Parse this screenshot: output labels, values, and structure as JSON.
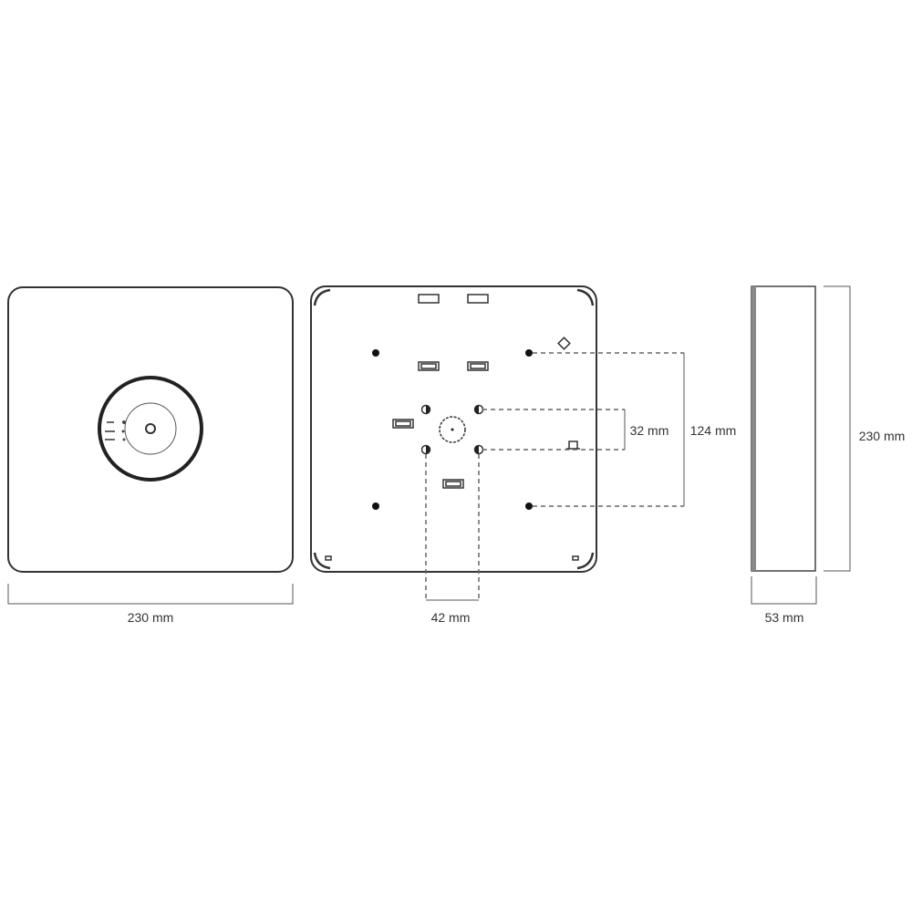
{
  "front_view": {
    "width_label": "230 mm"
  },
  "back_view": {
    "horizontal_spacing_label": "42 mm",
    "small_vertical_spacing_label": "32 mm",
    "large_vertical_spacing_label": "124 mm"
  },
  "side_view": {
    "height_label": "230 mm",
    "depth_label": "53 mm"
  },
  "colors": {
    "line": "#333333",
    "dimension": "#666666",
    "side_band": "#888888"
  }
}
